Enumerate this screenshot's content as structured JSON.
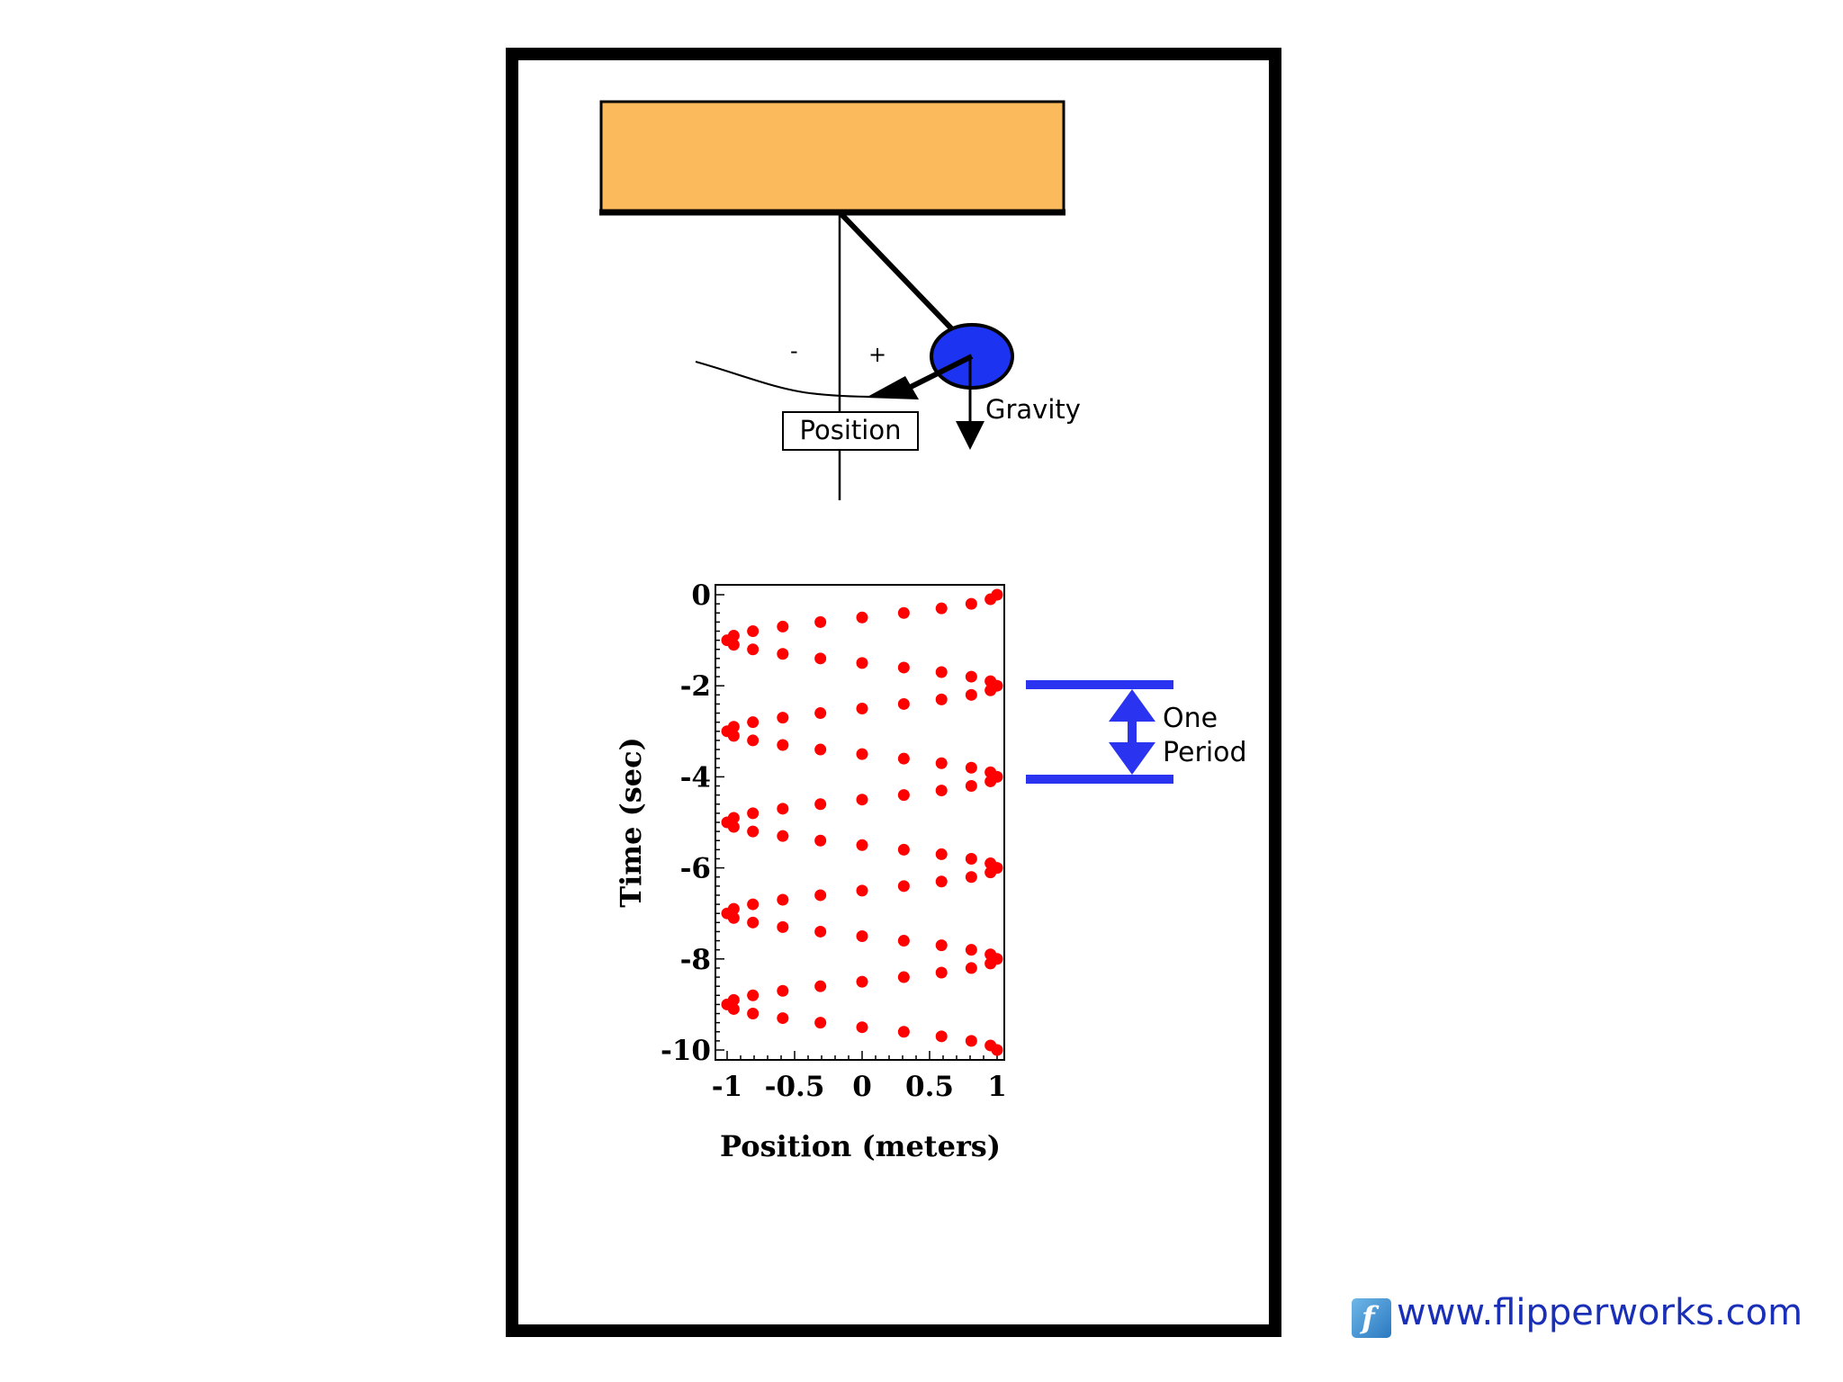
{
  "pendulum": {
    "minus_label": "-",
    "plus_label": "+",
    "position_label": "Position",
    "gravity_label": "Gravity",
    "colors": {
      "support": "#fbbb5c",
      "bob": "#1c34f2",
      "outline": "#000000"
    }
  },
  "chart_data": {
    "type": "scatter",
    "title": "",
    "xlabel": "Position (meters)",
    "ylabel": "Time (sec)",
    "xlim": [
      -1,
      1
    ],
    "ylim": [
      -10,
      0
    ],
    "xticks": [
      -1,
      -0.5,
      0,
      0.5,
      1
    ],
    "xtick_labels": [
      "-1",
      "-0.5",
      "0",
      "0.5",
      "1"
    ],
    "yticks": [
      0,
      -2,
      -4,
      -6,
      -8,
      -10
    ],
    "ytick_labels": [
      "0",
      "-2",
      "-4",
      "-6",
      "-8",
      "-10"
    ],
    "grid": false,
    "marker_color": "#ff0000",
    "series": [
      {
        "description": "Position of pendulum bob x = cos(pi*t), sampled every 0.1 s",
        "x": [
          1.0,
          0.951,
          0.809,
          0.588,
          0.309,
          0.0,
          -0.309,
          -0.588,
          -0.809,
          -0.951,
          -1.0,
          -0.951,
          -0.809,
          -0.588,
          -0.309,
          0.0,
          0.309,
          0.588,
          0.809,
          0.951,
          1.0,
          0.951,
          0.809,
          0.588,
          0.309,
          0.0,
          -0.309,
          -0.588,
          -0.809,
          -0.951,
          -1.0,
          -0.951,
          -0.809,
          -0.588,
          -0.309,
          0.0,
          0.309,
          0.588,
          0.809,
          0.951,
          1.0,
          0.951,
          0.809,
          0.588,
          0.309,
          0.0,
          -0.309,
          -0.588,
          -0.809,
          -0.951,
          -1.0,
          -0.951,
          -0.809,
          -0.588,
          -0.309,
          0.0,
          0.309,
          0.588,
          0.809,
          0.951,
          1.0,
          0.951,
          0.809,
          0.588,
          0.309,
          0.0,
          -0.309,
          -0.588,
          -0.809,
          -0.951,
          -1.0,
          -0.951,
          -0.809,
          -0.588,
          -0.309,
          0.0,
          0.309,
          0.588,
          0.809,
          0.951,
          1.0,
          0.951,
          0.809,
          0.588,
          0.309,
          0.0,
          -0.309,
          -0.588,
          -0.809,
          -0.951,
          -1.0,
          -0.951,
          -0.809,
          -0.588,
          -0.309,
          0.0,
          0.309,
          0.588,
          0.809,
          0.951,
          1.0
        ],
        "y": [
          0.0,
          -0.1,
          -0.2,
          -0.3,
          -0.4,
          -0.5,
          -0.6,
          -0.7,
          -0.8,
          -0.9,
          -1.0,
          -1.1,
          -1.2,
          -1.3,
          -1.4,
          -1.5,
          -1.6,
          -1.7,
          -1.8,
          -1.9,
          -2.0,
          -2.1,
          -2.2,
          -2.3,
          -2.4,
          -2.5,
          -2.6,
          -2.7,
          -2.8,
          -2.9,
          -3.0,
          -3.1,
          -3.2,
          -3.3,
          -3.4,
          -3.5,
          -3.6,
          -3.7,
          -3.8,
          -3.9,
          -4.0,
          -4.1,
          -4.2,
          -4.3,
          -4.4,
          -4.5,
          -4.6,
          -4.7,
          -4.8,
          -4.9,
          -5.0,
          -5.1,
          -5.2,
          -5.3,
          -5.4,
          -5.5,
          -5.6,
          -5.7,
          -5.8,
          -5.9,
          -6.0,
          -6.1,
          -6.2,
          -6.3,
          -6.4,
          -6.5,
          -6.6,
          -6.7,
          -6.8,
          -6.9,
          -7.0,
          -7.1,
          -7.2,
          -7.3,
          -7.4,
          -7.5,
          -7.6,
          -7.7,
          -7.8,
          -7.9,
          -8.0,
          -8.1,
          -8.2,
          -8.3,
          -8.4,
          -8.5,
          -8.6,
          -8.7,
          -8.8,
          -8.9,
          -9.0,
          -9.1,
          -9.2,
          -9.3,
          -9.4,
          -9.5,
          -9.6,
          -9.7,
          -9.8,
          -9.9,
          -10.0
        ]
      }
    ]
  },
  "period_annotation": {
    "line1": "One",
    "line2": "Period",
    "from_time": -2,
    "to_time": -4,
    "color": "#2a33f0"
  },
  "footer": {
    "logo_glyph": "f",
    "url_text": "www.flipperworks.com"
  }
}
